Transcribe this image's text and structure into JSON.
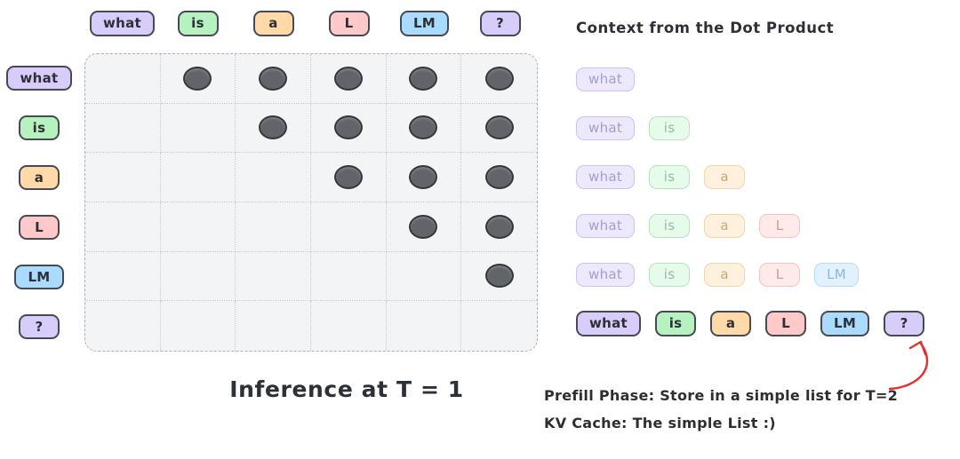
{
  "tokens": [
    {
      "label": "what",
      "color": "purple"
    },
    {
      "label": "is",
      "color": "green"
    },
    {
      "label": "a",
      "color": "orange"
    },
    {
      "label": "L",
      "color": "red"
    },
    {
      "label": "LM",
      "color": "blue"
    },
    {
      "label": "?",
      "color": "purple"
    }
  ],
  "token_colors": {
    "what": "purple",
    "is": "green",
    "a": "orange",
    "L": "red",
    "LM": "blue",
    "?": "purple"
  },
  "matrix": {
    "rows": 6,
    "cols": 6,
    "dots": [
      [
        1,
        2,
        3,
        4,
        5
      ],
      [
        2,
        3,
        4,
        5
      ],
      [
        3,
        4,
        5
      ],
      [
        4,
        5
      ],
      [
        5
      ],
      []
    ]
  },
  "caption": "Inference at T = 1",
  "context": {
    "title": "Context from the Dot Product",
    "rows": [
      {
        "tokens": [
          "what"
        ],
        "faded": true
      },
      {
        "tokens": [
          "what",
          "is"
        ],
        "faded": true
      },
      {
        "tokens": [
          "what",
          "is",
          "a"
        ],
        "faded": true
      },
      {
        "tokens": [
          "what",
          "is",
          "a",
          "L"
        ],
        "faded": true
      },
      {
        "tokens": [
          "what",
          "is",
          "a",
          "L",
          "LM"
        ],
        "faded": true
      },
      {
        "tokens": [
          "what",
          "is",
          "a",
          "L",
          "LM",
          "?"
        ],
        "faded": false
      }
    ]
  },
  "notes": {
    "line1": "Prefill Phase: Store in a simple list for T=2",
    "line2": "KV Cache: The simple List :)"
  },
  "palette": {
    "purple": {
      "fill": "#d8ccfb",
      "border": "#474a52",
      "faded_fill": "#eee8fd",
      "faded_border": "#cdc0f2",
      "faded_text": "#a79ccc"
    },
    "green": {
      "fill": "#b5f2bf",
      "border": "#474a52",
      "faded_fill": "#e6fbea",
      "faded_border": "#b5e5bf",
      "faded_text": "#93bd9d"
    },
    "orange": {
      "fill": "#ffd9a8",
      "border": "#474a52",
      "faded_fill": "#fff1de",
      "faded_border": "#f3d5a8",
      "faded_text": "#c9a876"
    },
    "red": {
      "fill": "#ffc9c9",
      "border": "#474a52",
      "faded_fill": "#ffeaea",
      "faded_border": "#f6c3c3",
      "faded_text": "#d39a9a"
    },
    "blue": {
      "fill": "#aadafd",
      "border": "#474a52",
      "faded_fill": "#e1f2fe",
      "faded_border": "#b5dcf8",
      "faded_text": "#8fb6d4"
    }
  },
  "colors": {
    "text": "#2d3036",
    "dot_fill": "#616569",
    "dot_border": "#35373b",
    "arrow": "#e03131",
    "grid_bg": "#f3f4f6",
    "grid_line": "#c7cbd1"
  }
}
